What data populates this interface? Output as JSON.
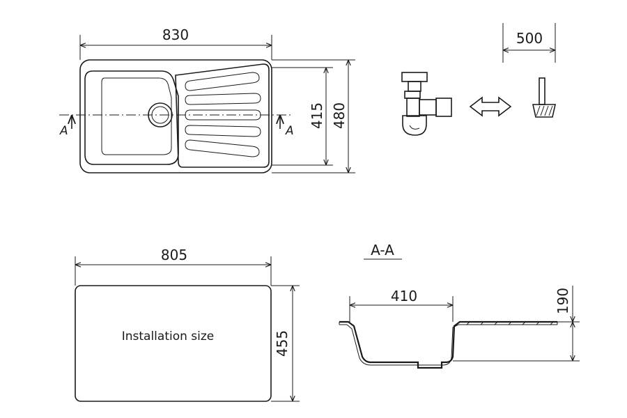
{
  "top_view": {
    "width_dim": "830",
    "inner_height_dim": "415",
    "outer_height_dim": "480",
    "section_mark_left": "A",
    "section_mark_right": "A"
  },
  "accessories": {
    "scale_label": "500",
    "arrow_icon": "double-arrow-icon",
    "siphon_icon": "siphon-icon",
    "tool_icon": "tool-icon"
  },
  "cutout_view": {
    "width_dim": "805",
    "height_dim": "455",
    "label": "Installation size"
  },
  "section_view": {
    "title": "A-A",
    "bowl_width_dim": "410",
    "depth_dim": "190"
  }
}
